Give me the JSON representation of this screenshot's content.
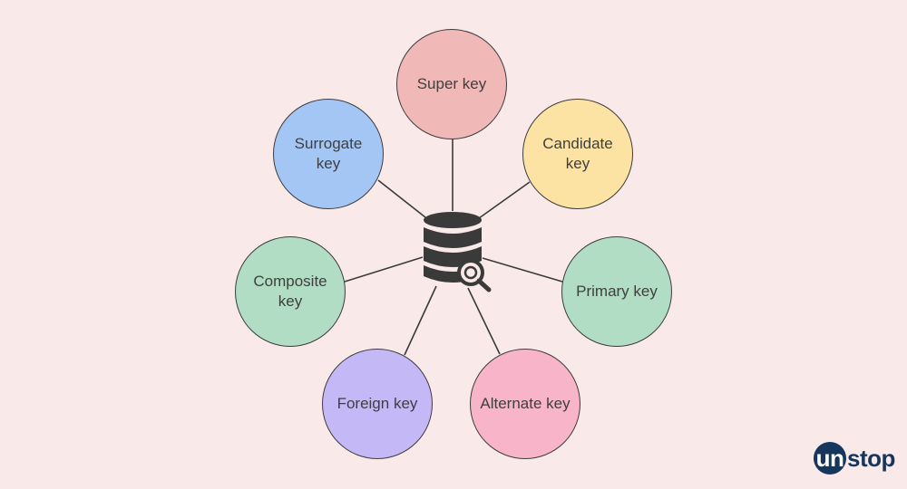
{
  "diagram": {
    "nodes": [
      {
        "id": "super",
        "label": "Super key",
        "color": "#f0b9b8"
      },
      {
        "id": "candidate",
        "label": "Candidate key",
        "color": "#fde3a3"
      },
      {
        "id": "primary",
        "label": "Primary key",
        "color": "#b0ddc4"
      },
      {
        "id": "alternate",
        "label": "Alternate key",
        "color": "#f8b4c9"
      },
      {
        "id": "foreign",
        "label": "Foreign key",
        "color": "#c4b8f7"
      },
      {
        "id": "composite",
        "label": "Composite key",
        "color": "#b0ddc4"
      },
      {
        "id": "surrogate",
        "label": "Surrogate key",
        "color": "#a4c6f5"
      }
    ],
    "hub": {
      "icon": "database-search-icon"
    }
  },
  "brand": {
    "logo_text": "unstop",
    "primary_color": "#16365b"
  },
  "colors": {
    "background": "#f9e9e9",
    "connector": "#3a3a3a",
    "node_border": "#3d3d3d",
    "text": "#3f3f3f"
  }
}
